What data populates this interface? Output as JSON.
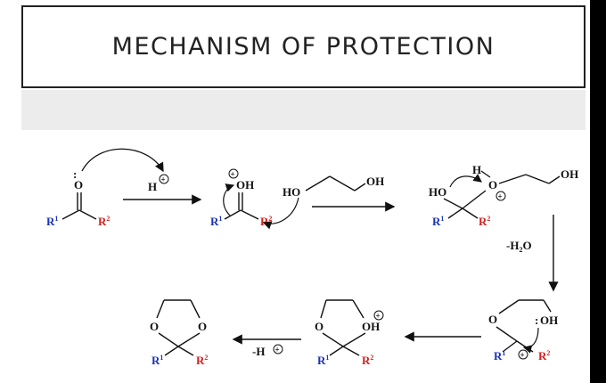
{
  "title": "MECHANISM OF PROTECTION",
  "scheme": {
    "o": "O",
    "oh": "OH",
    "ho": "HO",
    "h": "H",
    "r": "R",
    "n1": "1",
    "n2": "2",
    "plus": "+",
    "lone_pair": ":",
    "h_plus_reagent": "H",
    "minus_h2o": "-H",
    "h2o_sub": "2",
    "h2o_o": "O",
    "minus_h_plus": "-H"
  }
}
